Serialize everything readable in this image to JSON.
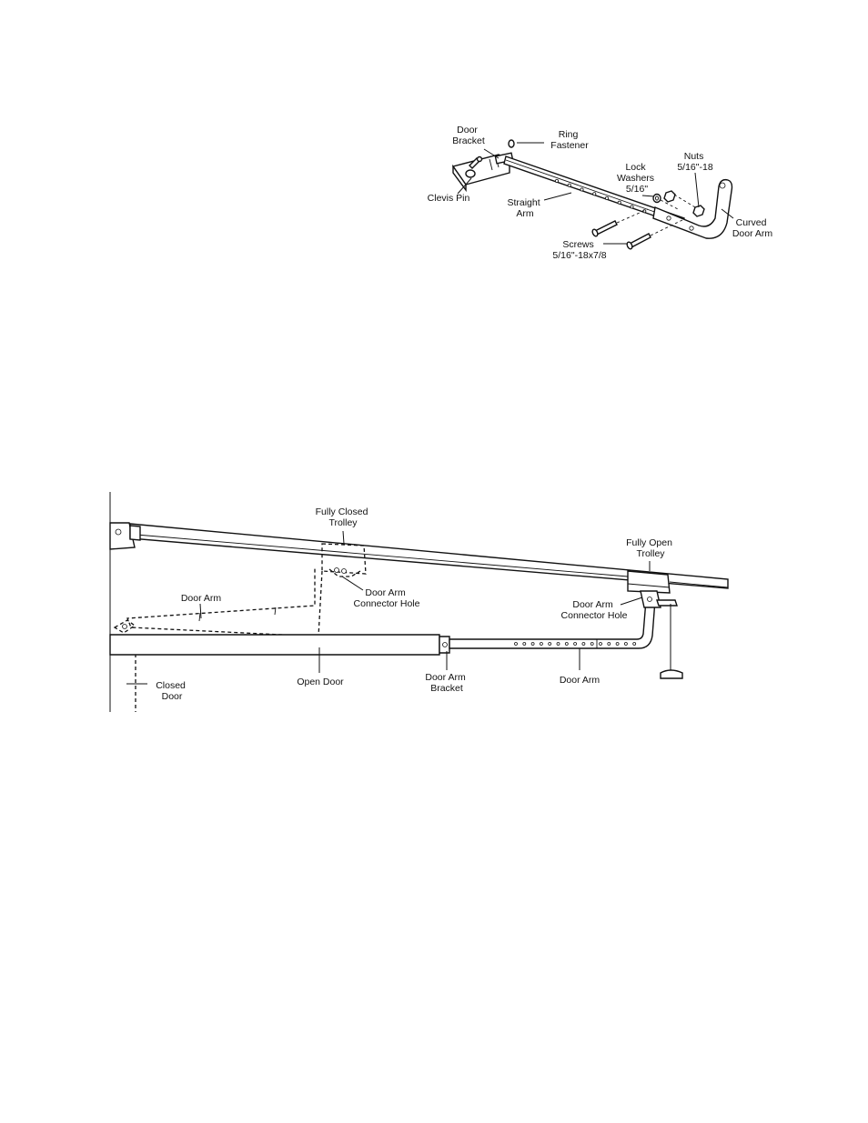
{
  "figure_top": {
    "labels": {
      "door_bracket": [
        "Door",
        "Bracket"
      ],
      "ring_fastener": [
        "Ring",
        "Fastener"
      ],
      "clevis_pin": [
        "Clevis Pin"
      ],
      "straight_arm": [
        "Straight",
        "Arm"
      ],
      "lock_washers": [
        "Lock",
        "Washers",
        "5/16\""
      ],
      "nuts": [
        "Nuts",
        "5/16\"-18"
      ],
      "curved_door_arm": [
        "Curved",
        "Door Arm"
      ],
      "screws": [
        "Screws",
        "5/16\"-18x7/8"
      ]
    }
  },
  "figure_bottom": {
    "labels": {
      "fully_closed_trolley": [
        "Fully Closed",
        "Trolley"
      ],
      "fully_open_trolley": [
        "Fully Open",
        "Trolley"
      ],
      "door_arm_left": [
        "Door Arm"
      ],
      "connector_hole_left": [
        "Door Arm",
        "Connector Hole"
      ],
      "connector_hole_right": [
        "Door Arm",
        "Connector Hole"
      ],
      "closed_door": [
        "Closed",
        "Door"
      ],
      "open_door": [
        "Open Door"
      ],
      "door_arm_bracket": [
        "Door Arm",
        "Bracket"
      ],
      "door_arm_right": [
        "Door Arm"
      ]
    }
  }
}
